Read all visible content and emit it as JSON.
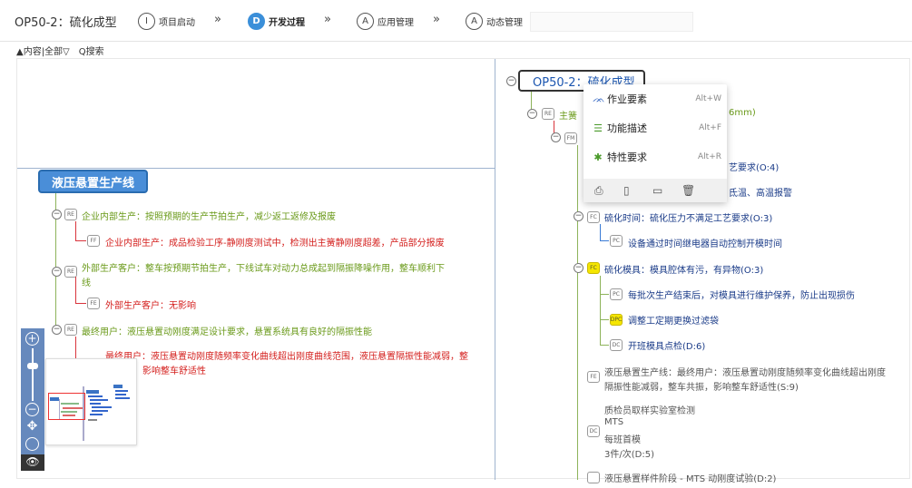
{
  "header": {
    "title": "OP50-2：硫化成型",
    "steps": [
      {
        "letter": "I",
        "label": "项目启动"
      },
      {
        "letter": "D",
        "label": "开发过程"
      },
      {
        "letter": "A",
        "label": "应用管理"
      },
      {
        "letter": "A",
        "label": "动态管理"
      }
    ],
    "separator": "»"
  },
  "toolbar": {
    "filter_label": "▲内容|全部▽",
    "search_label": "Q搜索"
  },
  "left_tree": {
    "root": "液压悬置生产线",
    "nodes": [
      {
        "tag": "RE",
        "text": "企业内部生产：按照预期的生产节拍生产，减少返工返修及报废",
        "child": {
          "tag": "FF",
          "text": "企业内部生产：成品检验工序-静刚度测试中，检测出主簧静刚度超差，产品部分报废"
        }
      },
      {
        "tag": "RE",
        "text": "外部生产客户：整车按预期节拍生产，下线试车对动力总成起到隔振降噪作用，整车顺利下",
        "text2": "线",
        "child": {
          "tag": "FE",
          "text": "外部生产客户：无影响"
        }
      },
      {
        "tag": "RE",
        "text": "最终用户：液压悬置动刚度满足设计要求，悬置系统具有良好的隔振性能",
        "child": {
          "tag": "",
          "text": "最终用户：液压悬置动刚度随频率变化曲线超出刚度曲线范围，液压悬置隔振性能减弱，整",
          "text2": "影响整车舒适性"
        }
      }
    ]
  },
  "right_tree": {
    "root": "OP50-2：硫化成型",
    "l1_tag": "RE",
    "l1_text": "主簧",
    "l1_suffix": "6mm)",
    "l2_tag": "FM",
    "items": [
      {
        "tag": "FC",
        "text": "艺要求(O:4)",
        "color": "blue"
      },
      {
        "tag": "",
        "text": "氐温、高温报警",
        "color": "blue"
      },
      {
        "tag": "FC",
        "text": "硫化时间：硫化压力不满足工艺要求(O:3)",
        "color": "blue",
        "children": [
          {
            "tag": "PC",
            "text": "设备通过时间继电器自动控制开模时间",
            "color": "blue"
          }
        ]
      },
      {
        "tag": "FC",
        "yellow": true,
        "text": "硫化模具：模具腔体有污，有异物(O:3)",
        "color": "blue",
        "children": [
          {
            "tag": "PC",
            "text": "每批次生产结束后，对模具进行维护保养，防止出现损伤",
            "color": "blue"
          },
          {
            "tag": "DPC",
            "yellow": true,
            "text": "调整工定期更换过滤袋",
            "color": "blue"
          },
          {
            "tag": "DC",
            "text": "开班模具点检(D:6)",
            "color": "blue"
          }
        ]
      }
    ],
    "fe_tag": "FE",
    "fe_text": "液压悬置生产线：最终用户：液压悬置动刚度随频率变化曲线超出刚度",
    "fe_text2": "隔振性能减弱，整车共振，影响整车舒适性(S:9)",
    "dc_tag": "DC",
    "dc_lines": [
      "质检员取样实验室检测",
      "MTS",
      "每班首模",
      "3件/次(D:5)"
    ],
    "last_text": "液压悬置样件阶段 - MTS 动刚度试验(D:2)"
  },
  "context_menu": {
    "items": [
      {
        "icon": "ᨏ",
        "label": "作业要素",
        "shortcut": "Alt+W"
      },
      {
        "icon": "☰",
        "label": "功能描述",
        "shortcut": "Alt+F"
      },
      {
        "icon": "✱",
        "label": "特性要求",
        "shortcut": "Alt+R"
      }
    ],
    "actions": [
      "⎙",
      "▯",
      "▭",
      "🗑"
    ]
  },
  "zoom": {
    "plus": "+",
    "minus": "−",
    "move": "✥",
    "fit": "◯",
    "eye": "👁"
  },
  "colors": {
    "accent": "#3b8fd9",
    "root_fill": "#4a8ed8",
    "green": "#6a9a1a",
    "red": "#d4201e",
    "blue": "#1a3b88"
  }
}
